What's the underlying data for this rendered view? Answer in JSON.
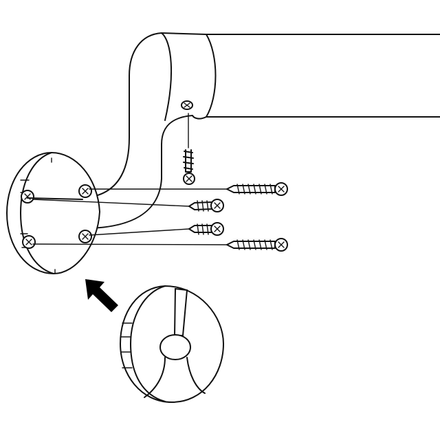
{
  "diagram": {
    "parts": [
      {
        "id": "handrail-bar",
        "icon": "handrail-icon"
      },
      {
        "id": "wall-bracket",
        "icon": "bracket-icon"
      },
      {
        "id": "wall-plate",
        "icon": "round-plate-icon"
      },
      {
        "id": "cover-cap",
        "icon": "split-cover-icon"
      },
      {
        "id": "set-screw",
        "icon": "wood-screw-icon"
      },
      {
        "id": "wall-screws",
        "icon": "screw-icon",
        "count": 4
      },
      {
        "id": "assembly-arrow",
        "icon": "arrow-icon"
      }
    ],
    "colors": {
      "stroke": "#111111",
      "background": "#ffffff",
      "arrow": "#000000"
    }
  }
}
